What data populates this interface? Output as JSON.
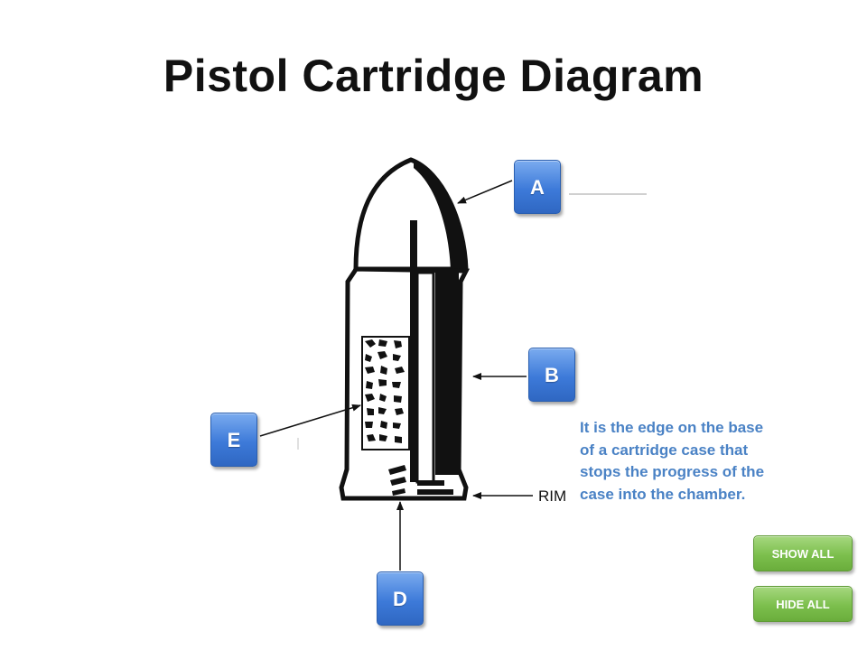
{
  "title": "Pistol Cartridge Diagram",
  "labels": {
    "a": "A",
    "b": "B",
    "d": "D",
    "e": "E"
  },
  "rim_label": "RIM",
  "description": "It is the edge on the base of a cartridge case that stops the progress of the case into the chamber.",
  "buttons": {
    "show_all": "SHOW ALL",
    "hide_all": "HIDE ALL"
  },
  "colors": {
    "label_button": "#3d7ad9",
    "control_button": "#7cbf4d",
    "description_text": "#4a82c5"
  }
}
